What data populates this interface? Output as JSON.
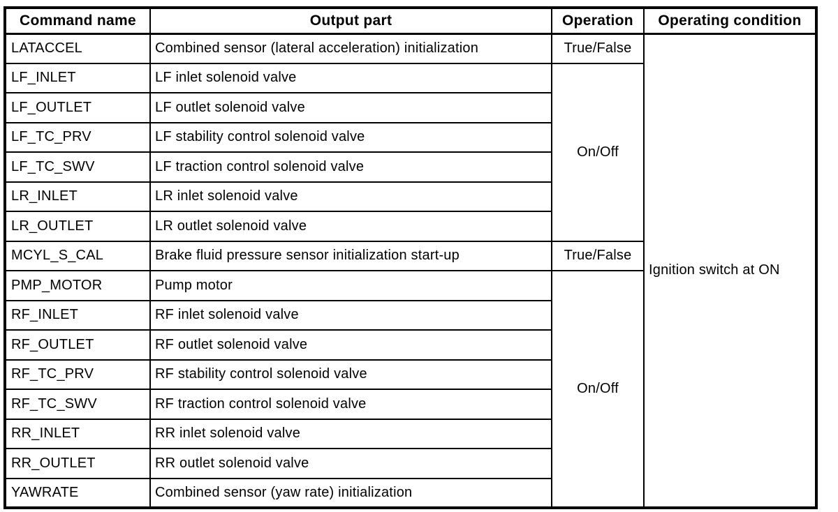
{
  "table": {
    "headers": [
      "Command name",
      "Output part",
      "Operation",
      "Operating condition"
    ],
    "rows": [
      {
        "command": "LATACCEL",
        "output": "Combined sensor (lateral acceleration) initialization"
      },
      {
        "command": "LF_INLET",
        "output": "LF inlet solenoid valve"
      },
      {
        "command": "LF_OUTLET",
        "output": "LF outlet solenoid valve"
      },
      {
        "command": "LF_TC_PRV",
        "output": "LF stability control solenoid valve"
      },
      {
        "command": "LF_TC_SWV",
        "output": "LF traction control solenoid valve"
      },
      {
        "command": "LR_INLET",
        "output": "LR inlet solenoid valve"
      },
      {
        "command": "LR_OUTLET",
        "output": "LR outlet solenoid valve"
      },
      {
        "command": "MCYL_S_CAL",
        "output": "Brake fluid pressure sensor initialization start-up"
      },
      {
        "command": "PMP_MOTOR",
        "output": "Pump motor"
      },
      {
        "command": "RF_INLET",
        "output": "RF inlet solenoid valve"
      },
      {
        "command": "RF_OUTLET",
        "output": "RF outlet solenoid valve"
      },
      {
        "command": "RF_TC_PRV",
        "output": "RF stability control solenoid valve"
      },
      {
        "command": "RF_TC_SWV",
        "output": "RF traction control solenoid valve"
      },
      {
        "command": "RR_INLET",
        "output": "RR inlet solenoid valve"
      },
      {
        "command": "RR_OUTLET",
        "output": "RR outlet solenoid valve"
      },
      {
        "command": "YAWRATE",
        "output": "Combined sensor (yaw rate) initialization"
      }
    ],
    "operations": [
      {
        "label": "True/False",
        "span": 1
      },
      {
        "label": "On/Off",
        "span": 6
      },
      {
        "label": "True/False",
        "span": 1
      },
      {
        "label": "On/Off",
        "span": 8
      }
    ],
    "operating_condition": "Ignition switch at ON",
    "colors": {
      "border": "#000000",
      "background": "#ffffff",
      "text": "#000000"
    }
  }
}
